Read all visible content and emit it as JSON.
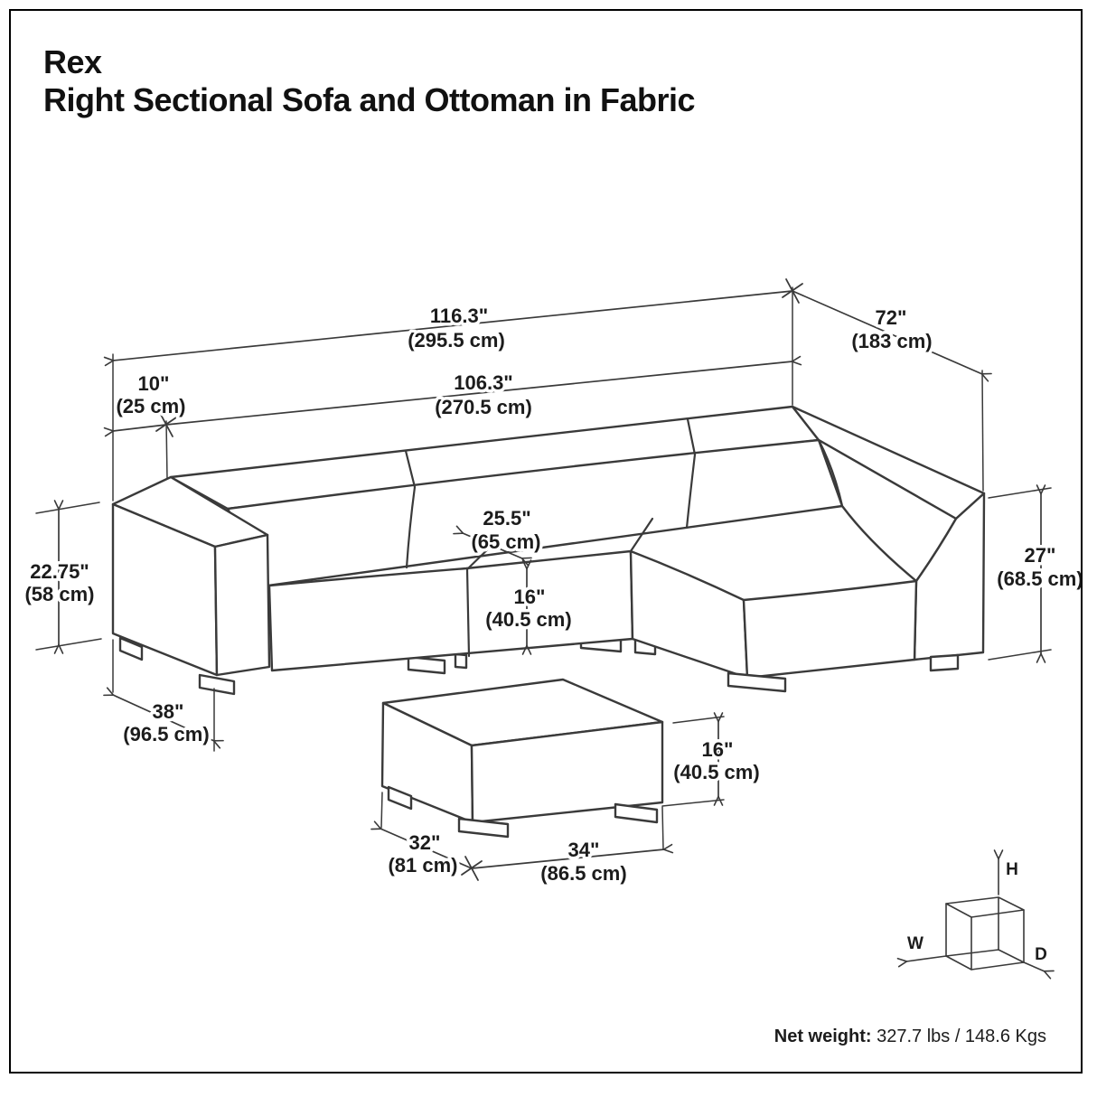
{
  "page": {
    "background": "#ffffff",
    "border_color": "#000000",
    "line_color": "#3a3a3a",
    "text_color": "#1c1c1c"
  },
  "title": {
    "line1": "Rex",
    "line2": "Right Sectional Sofa and Ottoman in Fabric"
  },
  "diagram_type": "product-dimension-drawing",
  "dimensions": {
    "overall_width": {
      "in": "116.3\"",
      "cm": "(295.5 cm)"
    },
    "overall_depth": {
      "in": "72\"",
      "cm": "(183 cm)"
    },
    "arm_width": {
      "in": "10\"",
      "cm": "(25 cm)"
    },
    "interior_width": {
      "in": "106.3\"",
      "cm": "(270.5 cm)"
    },
    "arm_height": {
      "in": "22.75\"",
      "cm": "(58 cm)"
    },
    "sofa_depth": {
      "in": "38\"",
      "cm": "(96.5 cm)"
    },
    "seat_depth": {
      "in": "25.5\"",
      "cm": "(65 cm)"
    },
    "seat_height": {
      "in": "16\"",
      "cm": "(40.5 cm)"
    },
    "back_height": {
      "in": "27\"",
      "cm": "(68.5 cm)"
    },
    "ottoman_height": {
      "in": "16\"",
      "cm": "(40.5 cm)"
    },
    "ottoman_depth": {
      "in": "32\"",
      "cm": "(81 cm)"
    },
    "ottoman_width": {
      "in": "34\"",
      "cm": "(86.5 cm)"
    }
  },
  "axis_cube": {
    "width_label": "W",
    "height_label": "H",
    "depth_label": "D"
  },
  "footer": {
    "net_weight_label": "Net weight:",
    "net_weight_value": " 327.7 lbs / 148.6 Kgs"
  }
}
